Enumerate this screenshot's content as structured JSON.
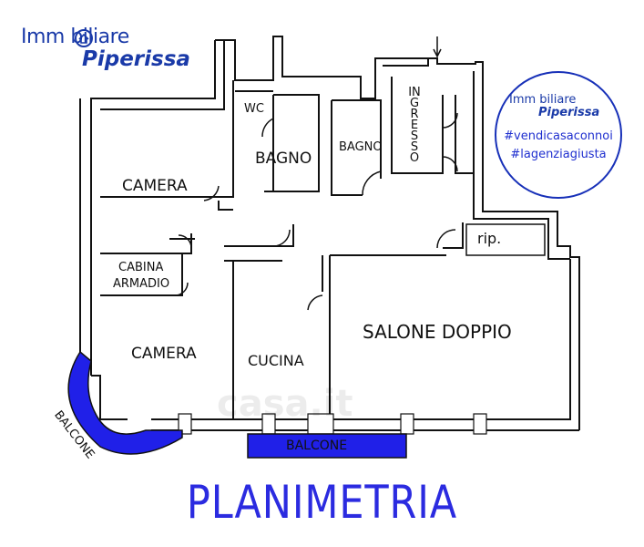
{
  "logo": {
    "line1": "Imm biliare",
    "line2": "Piperissa"
  },
  "badge": {
    "line1": "Imm biliare",
    "line2": "Piperissa",
    "tag1": "#vendicasaconnoi",
    "tag2": "#lagenziagiusta"
  },
  "rooms": {
    "wc": "WC",
    "bagno1": "BAGNO",
    "bagno2": "BAGNO",
    "ingresso": "INGRESSO",
    "camera1": "CAMERA",
    "cabina_line1": "CABINA",
    "cabina_line2": "ARMADIO",
    "camera2": "CAMERA",
    "cucina": "CUCINA",
    "salone": "SALONE DOPPIO",
    "rip": "rip.",
    "balcone_curved": "BALCONE",
    "balcone_bottom": "BALCONE"
  },
  "watermark": "casa.it",
  "title": "PLANIMETRIA",
  "colors": {
    "brand_blue": "#1a3aa8",
    "balcony_blue": "#2020e8",
    "title_blue": "#2b2be0"
  }
}
